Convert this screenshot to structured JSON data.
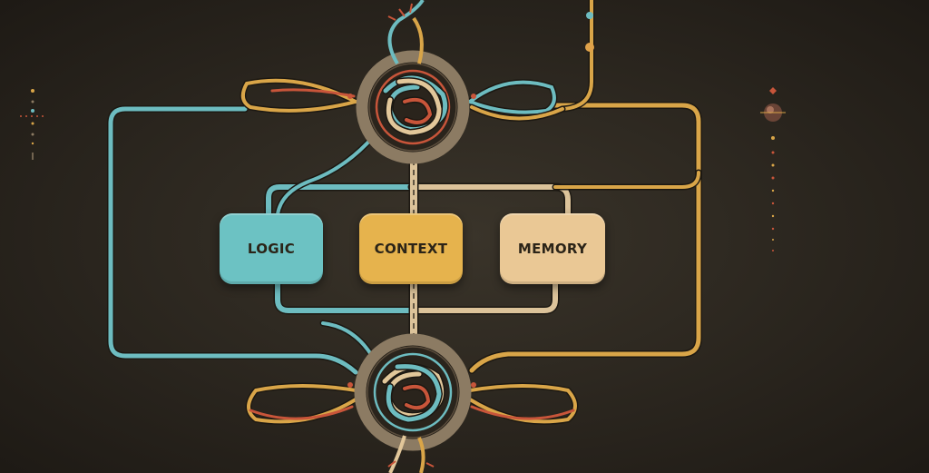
{
  "nodes": [
    {
      "id": "logic",
      "label": "LOGIC",
      "color": "#6cc2c3"
    },
    {
      "id": "context",
      "label": "CONTEXT",
      "color": "#e6b34d"
    },
    {
      "id": "memory",
      "label": "MEMORY",
      "color": "#eac895"
    }
  ],
  "colors": {
    "background": "#2d2820",
    "teal_rope": "#6dbcc0",
    "gold_rope": "#d9a548",
    "cream_rope": "#dcc39a",
    "red_rope": "#c8553a",
    "ring": "#8c7b63"
  }
}
